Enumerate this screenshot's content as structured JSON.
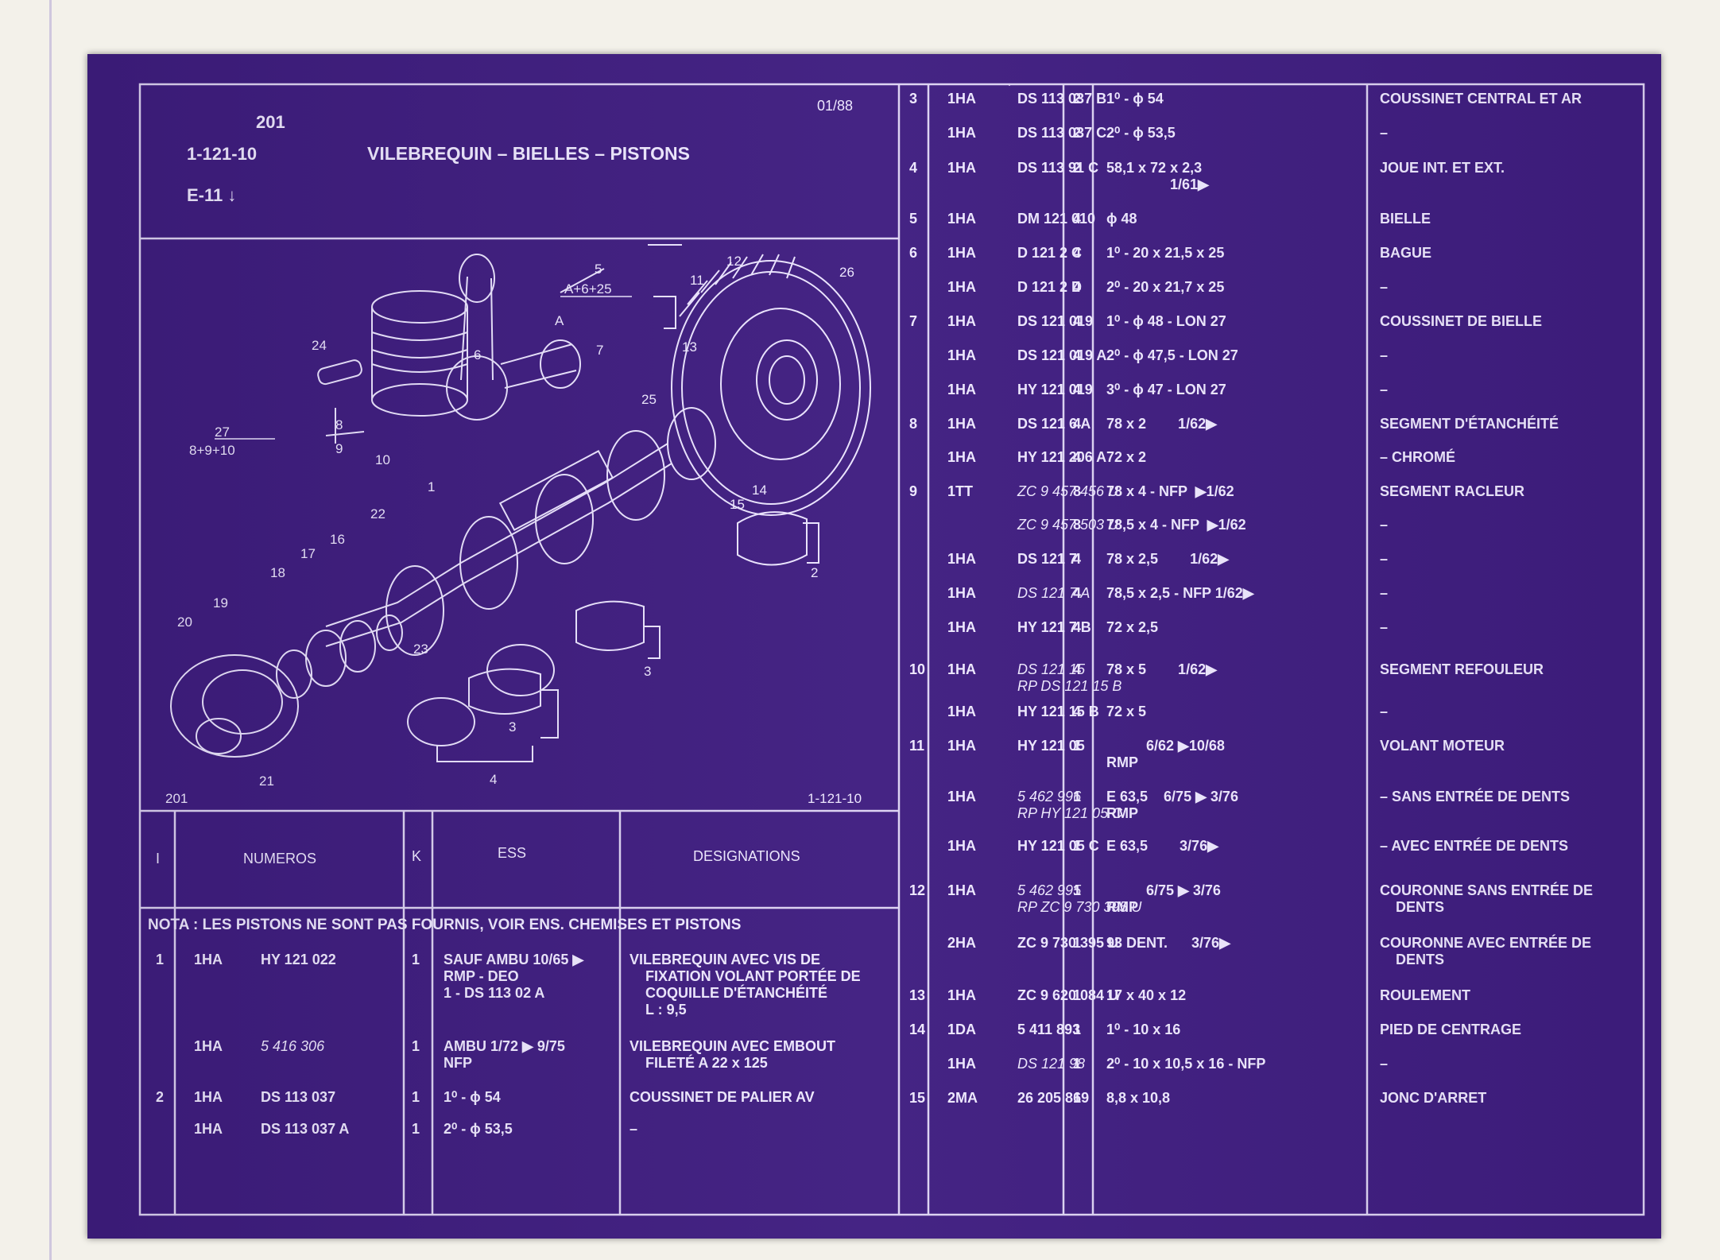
{
  "header": {
    "page": "201",
    "code": "1-121-10",
    "title": "VILEBREQUIN – BIELLES – PISTONS",
    "sub": "E-11 ↓",
    "date": "01/88"
  },
  "diagram": {
    "labels": [
      "5",
      "A+6+25",
      "12",
      "26",
      "11",
      "13",
      "A",
      "6",
      "24",
      "7",
      "25",
      "27",
      "8+9+10",
      "8",
      "9",
      "10",
      "1",
      "14",
      "15",
      "22",
      "16",
      "17",
      "18",
      "19",
      "20",
      "2",
      "23",
      "3",
      "3",
      "4",
      "21"
    ],
    "footer_left": "201",
    "footer_right": "1-121-10"
  },
  "table_head": {
    "col_i": "I",
    "col_numeros": "NUMEROS",
    "col_k": "K",
    "col_ess": "ESS",
    "col_designations": "DESIGNATIONS"
  },
  "nota": "NOTA : LES PISTONS NE SONT PAS FOURNIS, VOIR ENS. CHEMISES ET PISTONS",
  "left_rows": [
    {
      "i": "1",
      "code": "1HA",
      "num": "HY 121 022",
      "k": "1",
      "ess": "SAUF AMBU 10/65 ▶\nRMP - DEO\n1 - DS 113 02 A",
      "des": "VILEBREQUIN AVEC VIS DE\n    FIXATION VOLANT PORTÉE DE\n    COQUILLE D'ÉTANCHÉITÉ\n    L : 9,5"
    },
    {
      "i": "",
      "code": "1HA",
      "num": "5 416 306",
      "k": "1",
      "ess": "AMBU 1/72 ▶ 9/75\nNFP",
      "des": "VILEBREQUIN AVEC EMBOUT\n    FILETÉ A 22 x 125"
    },
    {
      "i": "2",
      "code": "1HA",
      "num": "DS 113 037",
      "k": "1",
      "ess": "1⁰ - ϕ 54",
      "des": "COUSSINET DE PALIER AV"
    },
    {
      "i": "",
      "code": "1HA",
      "num": "DS 113 037 A",
      "k": "1",
      "ess": "2⁰ - ϕ 53,5",
      "des": "–"
    }
  ],
  "right_rows": [
    {
      "i": "3",
      "code": "1HA",
      "num": "DS 113 037 B",
      "k": "2",
      "ess": "1⁰ - ϕ 54",
      "des": "COUSSINET CENTRAL ET AR"
    },
    {
      "i": "",
      "code": "1HA",
      "num": "DS 113 037 C",
      "k": "2",
      "ess": "2⁰ - ϕ 53,5",
      "des": "–"
    },
    {
      "i": "4",
      "code": "1HA",
      "num": "DS 113 91 C",
      "k": "2",
      "ess": "58,1 x 72 x 2,3\n                1/61▶",
      "des": "JOUE INT. ET EXT."
    },
    {
      "i": "5",
      "code": "1HA",
      "num": "DM 121 010",
      "k": "4",
      "ess": "ϕ 48",
      "des": "BIELLE"
    },
    {
      "i": "6",
      "code": "1HA",
      "num": "D 121 2 C",
      "k": "4",
      "ess": "1⁰ - 20 x 21,5 x 25",
      "des": "BAGUE"
    },
    {
      "i": "",
      "code": "1HA",
      "num": "D 121 2 D",
      "k": "4",
      "ess": "2⁰ - 20 x 21,7 x 25",
      "des": "–"
    },
    {
      "i": "7",
      "code": "1HA",
      "num": "DS 121 019",
      "k": "4",
      "ess": "1⁰ - ϕ 48 - LON 27",
      "des": "COUSSINET DE BIELLE"
    },
    {
      "i": "",
      "code": "1HA",
      "num": "DS 121 019 A",
      "k": "4",
      "ess": "2⁰ - ϕ 47,5 - LON 27",
      "des": "–"
    },
    {
      "i": "",
      "code": "1HA",
      "num": "HY 121 019",
      "k": "4",
      "ess": "3⁰ - ϕ 47 - LON 27",
      "des": "–"
    },
    {
      "i": "8",
      "code": "1HA",
      "num": "DS 121 6 A",
      "k": "4",
      "ess": "78 x 2        1/62▶",
      "des": "SEGMENT D'ÉTANCHÉITÉ"
    },
    {
      "i": "",
      "code": "1HA",
      "num": "HY 121 206 A",
      "k": "4",
      "ess": "72 x 2",
      "des": "– CHROMÉ"
    },
    {
      "i": "9",
      "code": "1TT",
      "num": "ZC 9 457 456 U",
      "k": "8",
      "ess": "78 x 4 - NFP  ▶1/62",
      "des": "SEGMENT RACLEUR"
    },
    {
      "i": "",
      "code": "",
      "num": "ZC 9 457 503 U",
      "k": "8",
      "ess": "78,5 x 4 - NFP  ▶1/62",
      "des": "–"
    },
    {
      "i": "",
      "code": "1HA",
      "num": "DS 121 7",
      "k": "4",
      "ess": "78 x 2,5        1/62▶",
      "des": "–"
    },
    {
      "i": "",
      "code": "1HA",
      "num": "DS 121 7 A",
      "k": "4",
      "ess": "78,5 x 2,5 - NFP 1/62▶",
      "des": "–"
    },
    {
      "i": "",
      "code": "1HA",
      "num": "HY 121 7 B",
      "k": "4",
      "ess": "72 x 2,5",
      "des": "–"
    },
    {
      "i": "10",
      "code": "1HA",
      "num": "DS 121 15\nRP DS 121 15 B",
      "k": "4",
      "ess": "78 x 5        1/62▶",
      "des": "SEGMENT REFOULEUR"
    },
    {
      "i": "",
      "code": "1HA",
      "num": "HY 121 15 B",
      "k": "4",
      "ess": "72 x 5",
      "des": "–"
    },
    {
      "i": "11",
      "code": "1HA",
      "num": "HY 121 05",
      "k": "1",
      "ess": "          6/62 ▶10/68\nRMP",
      "des": "VOLANT MOTEUR"
    },
    {
      "i": "",
      "code": "1HA",
      "num": "5 462 996\nRP HY 121 05 C",
      "k": "1",
      "ess": "E 63,5    6/75 ▶ 3/76\nRMP",
      "des": "– SANS ENTRÉE DE DENTS"
    },
    {
      "i": "",
      "code": "1HA",
      "num": "HY 121 05 C",
      "k": "1",
      "ess": "E 63,5        3/76▶",
      "des": "– AVEC ENTRÉE DE DENTS"
    },
    {
      "i": "12",
      "code": "1HA",
      "num": "5 462 995\nRP ZC 9 730 395 U",
      "k": "1",
      "ess": "          6/75 ▶ 3/76\nRMP",
      "des": "COURONNE SANS ENTRÉE DE\n    DENTS"
    },
    {
      "i": "",
      "code": "2HA",
      "num": "ZC 9 730 395 U",
      "k": "1",
      "ess": "93 DENT.      3/76▶",
      "des": "COURONNE AVEC ENTRÉE DE\n    DENTS"
    },
    {
      "i": "13",
      "code": "1HA",
      "num": "ZC 9 620 084 U",
      "k": "1",
      "ess": "17 x 40 x 12",
      "des": "ROULEMENT"
    },
    {
      "i": "14",
      "code": "1DA",
      "num": "5 411 893",
      "k": "1",
      "ess": "1⁰ - 10 x 16",
      "des": "PIED DE CENTRAGE"
    },
    {
      "i": "",
      "code": "1HA",
      "num": "DS 121 98",
      "k": "1",
      "ess": "2⁰ - 10 x 10,5 x 16 - NFP",
      "des": "–"
    },
    {
      "i": "15",
      "code": "2MA",
      "num": "26 205 869",
      "k": "1",
      "ess": "8,8 x 10,8",
      "des": "JONC D'ARRET"
    }
  ]
}
